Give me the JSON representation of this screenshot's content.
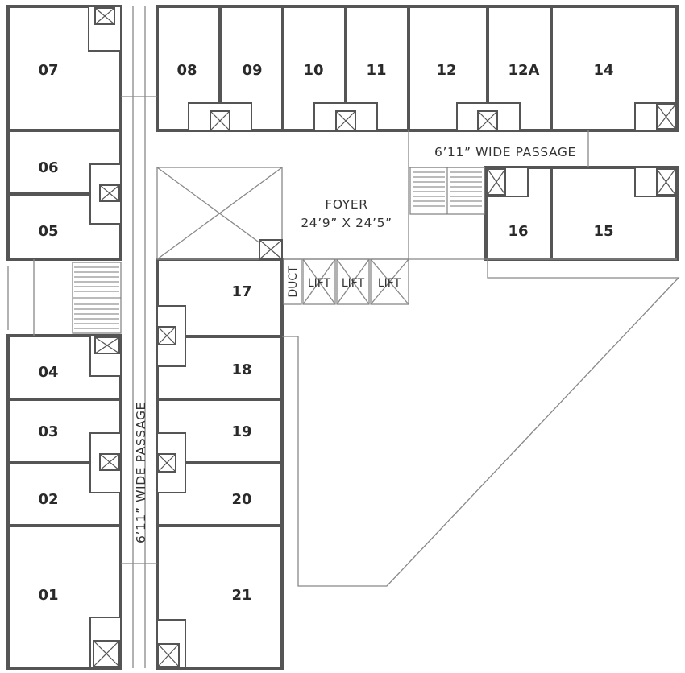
{
  "units": [
    {
      "id": "u07",
      "label": "07"
    },
    {
      "id": "u06",
      "label": "06"
    },
    {
      "id": "u05",
      "label": "05"
    },
    {
      "id": "u04",
      "label": "04"
    },
    {
      "id": "u03",
      "label": "03"
    },
    {
      "id": "u02",
      "label": "02"
    },
    {
      "id": "u01",
      "label": "01"
    },
    {
      "id": "u08",
      "label": "08"
    },
    {
      "id": "u09",
      "label": "09"
    },
    {
      "id": "u10",
      "label": "10"
    },
    {
      "id": "u11",
      "label": "11"
    },
    {
      "id": "u12",
      "label": "12"
    },
    {
      "id": "u12a",
      "label": "12A"
    },
    {
      "id": "u14",
      "label": "14"
    },
    {
      "id": "u15",
      "label": "15"
    },
    {
      "id": "u16",
      "label": "16"
    },
    {
      "id": "u17",
      "label": "17"
    },
    {
      "id": "u18",
      "label": "18"
    },
    {
      "id": "u19",
      "label": "19"
    },
    {
      "id": "u20",
      "label": "20"
    },
    {
      "id": "u21",
      "label": "21"
    }
  ],
  "foyer": {
    "title": "FOYER",
    "size": "24’9” X 24’5”"
  },
  "passages": {
    "horizontal": "6’11” WIDE PASSAGE",
    "vertical": "6’11” WIDE PASSAGE"
  },
  "duct": "DUCT",
  "lifts": [
    "LIFT",
    "LIFT",
    "LIFT"
  ]
}
